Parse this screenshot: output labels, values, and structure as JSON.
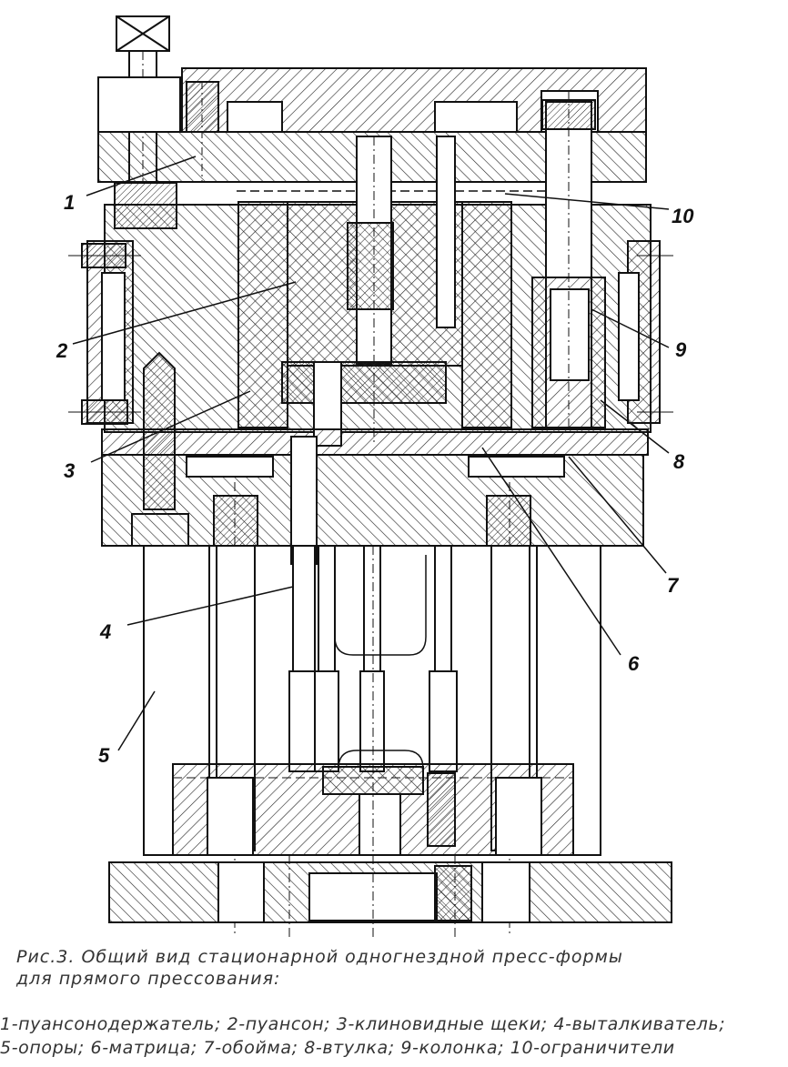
{
  "figure": {
    "callouts": [
      {
        "id": "c1",
        "text": "1"
      },
      {
        "id": "c2",
        "text": "2"
      },
      {
        "id": "c3",
        "text": "3"
      },
      {
        "id": "c4",
        "text": "4"
      },
      {
        "id": "c5",
        "text": "5"
      },
      {
        "id": "c6",
        "text": "6"
      },
      {
        "id": "c7",
        "text": "7"
      },
      {
        "id": "c8",
        "text": "8"
      },
      {
        "id": "c9",
        "text": "9"
      },
      {
        "id": "c10",
        "text": "10"
      }
    ]
  },
  "caption": {
    "line1": "Рис.3. Общий вид стационарной одногнездной пресс-формы",
    "line2": "для прямого прессования:"
  },
  "legend": {
    "line1": "1-пуансонодержатель; 2-пуансон; 3-клиновидные щеки; 4-выталкиватель;",
    "line2": "5-опоры; 6-матрица; 7-обойма; 8-втулка; 9-колонка; 10-ограничители"
  }
}
